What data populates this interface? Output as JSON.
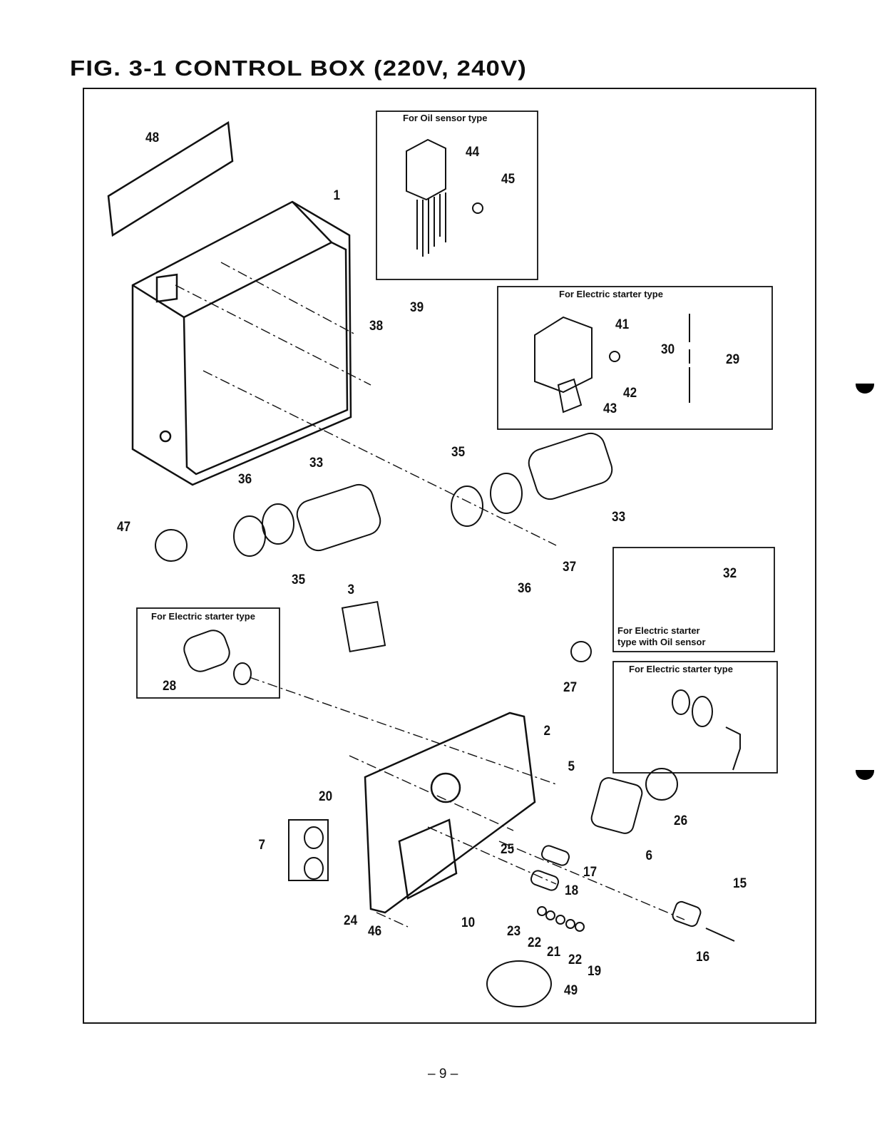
{
  "figure": {
    "title": "FIG. 3-1  CONTROL BOX (220V, 240V)",
    "page_number": "– 9 –"
  },
  "boxes": [
    {
      "id": "oil-sensor",
      "caption": "For Oil sensor type",
      "parts": [
        "44",
        "45"
      ]
    },
    {
      "id": "electric-starter-regulator",
      "caption": "For Electric starter type",
      "parts": [
        "41",
        "42",
        "43",
        "29",
        "30"
      ]
    },
    {
      "id": "electric-starter-oil-sensor",
      "caption": "For Electric starter type with Oil sensor",
      "caption_lines": [
        "For Electric starter",
        "type with Oil sensor"
      ],
      "parts": [
        "32"
      ]
    },
    {
      "id": "electric-starter-key",
      "caption": "For Electric starter type",
      "parts": []
    },
    {
      "id": "electric-starter-switch",
      "caption": "For Electric starter type",
      "parts": [
        "28"
      ]
    }
  ],
  "callouts": {
    "p48": "48",
    "p1": "1",
    "p44": "44",
    "p45": "45",
    "p39": "39",
    "p38": "38",
    "p41": "41",
    "p42": "42",
    "p43": "43",
    "p30": "30",
    "p29": "29",
    "p33a": "33",
    "p33b": "33",
    "p35a": "35",
    "p35b": "35",
    "p36a": "36",
    "p36b": "36",
    "p37": "37",
    "p47": "47",
    "p32": "32",
    "p3": "3",
    "p27": "27",
    "p28": "28",
    "p2": "2",
    "p5": "5",
    "p26": "26",
    "p20": "20",
    "p6": "6",
    "p7": "7",
    "p25": "25",
    "p17": "17",
    "p18": "18",
    "p15": "15",
    "p24": "24",
    "p10": "10",
    "p46": "46",
    "p23": "23",
    "p22a": "22",
    "p21": "21",
    "p22b": "22",
    "p19": "19",
    "p16": "16",
    "p49": "49"
  }
}
